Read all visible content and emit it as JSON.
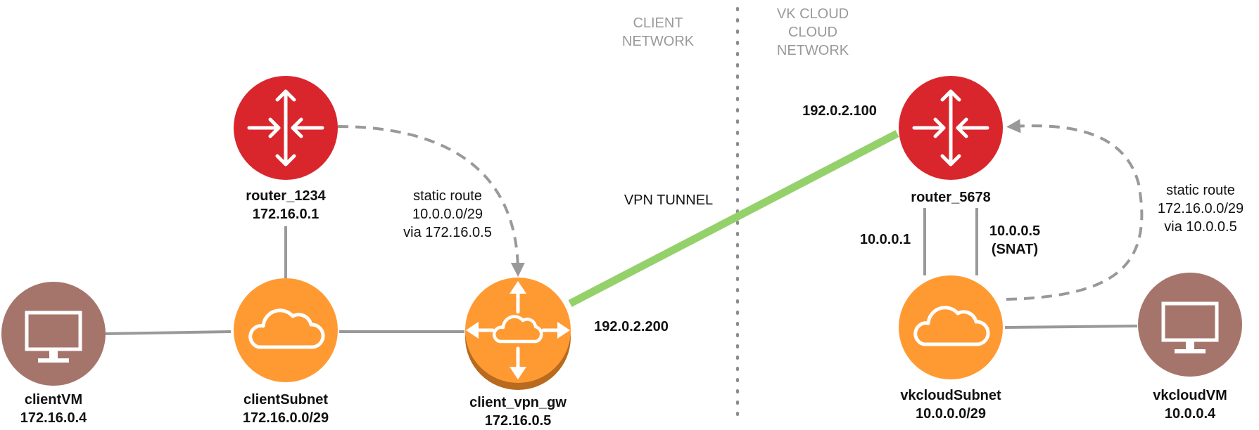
{
  "colors": {
    "router": "#d9262c",
    "subnet_orange": "#ff9a33",
    "vpn_gateway_orange": "#ff9a33",
    "vpn_gateway_shadow": "#b86a1e",
    "vm_brown": "#a5756b",
    "connector_grey": "#999999",
    "vpn_tunnel_green": "#95d16a",
    "divider_grey": "#8c8c8c",
    "region_label_grey": "#9a9a9a"
  },
  "regions": {
    "client_label_line1": "CLIENT",
    "client_label_line2": "NETWORK",
    "vk_label_line1": "VK CLOUD",
    "vk_label_line2": "CLOUD",
    "vk_label_line3": "NETWORK"
  },
  "nodes": {
    "client_vm": {
      "icon": "monitor-icon",
      "name": "clientVM",
      "ip": "172.16.0.4"
    },
    "client_subnet": {
      "icon": "cloud-icon",
      "name": "clientSubnet",
      "ip": "172.16.0.0/29"
    },
    "router_1234": {
      "icon": "router-icon",
      "name": "router_1234",
      "ip": "172.16.0.1"
    },
    "client_vpn_gw": {
      "icon": "vpn-gateway-icon",
      "name": "client_vpn_gw",
      "ip": "172.16.0.5",
      "public_ip": "192.0.2.200"
    },
    "router_5678": {
      "icon": "router-icon",
      "name": "router_5678",
      "public_ip": "192.0.2.100"
    },
    "vkcloud_subnet": {
      "icon": "cloud-icon",
      "name": "vkcloudSubnet",
      "ip": "10.0.0.0/29"
    },
    "vkcloud_vm": {
      "icon": "monitor-icon",
      "name": "vkcloudVM",
      "ip": "10.0.0.4"
    }
  },
  "links": {
    "vpn_tunnel": "VPN TUNNEL",
    "router_5678_iface_a": "10.0.0.1",
    "router_5678_iface_b_line1": "10.0.0.5",
    "router_5678_iface_b_line2": "(SNAT)"
  },
  "routes": {
    "client": {
      "line1": "static route",
      "line2": "10.0.0.0/29",
      "line3": "via 172.16.0.5"
    },
    "vk": {
      "line1": "static route",
      "line2": "172.16.0.0/29",
      "line3": "via 10.0.0.5"
    }
  }
}
